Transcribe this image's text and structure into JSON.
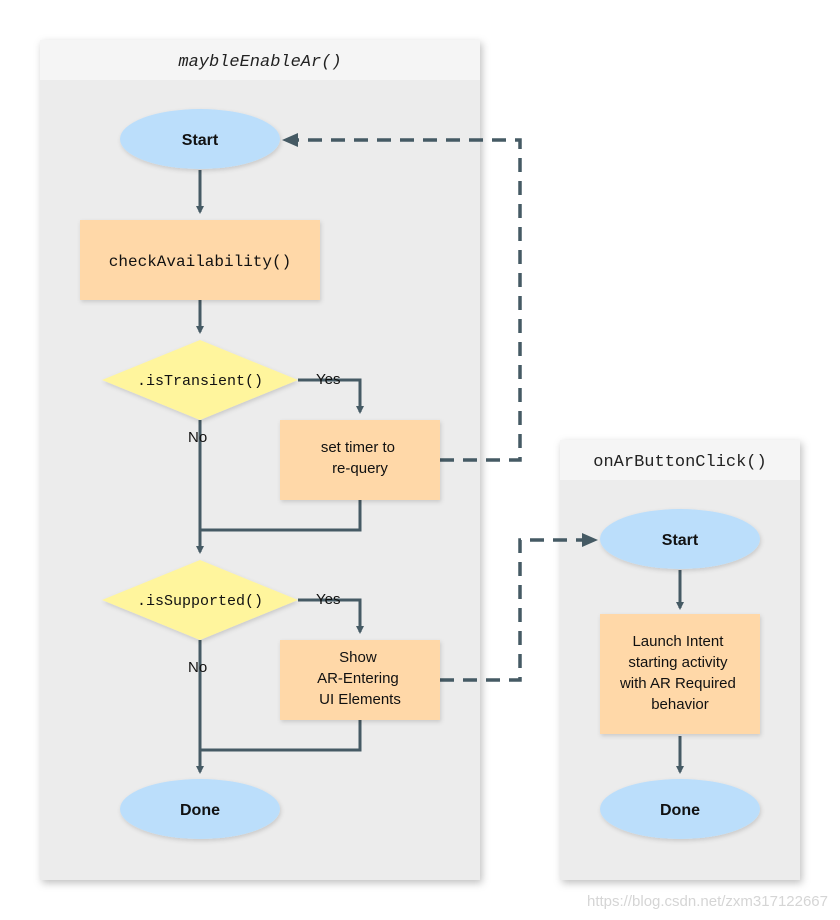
{
  "panels": {
    "left": {
      "title": "maybleEnableAr()"
    },
    "right": {
      "title": "onArButtonClick()"
    }
  },
  "left_flow": {
    "start": "Start",
    "check_availability": "checkAvailability()",
    "is_transient": ".isTransient()",
    "transient_yes": "Yes",
    "transient_no": "No",
    "set_timer": [
      "set timer to",
      "re-query"
    ],
    "is_supported": ".isSupported()",
    "supported_yes": "Yes",
    "supported_no": "No",
    "show_ui": [
      "Show",
      "AR-Entering",
      "UI Elements"
    ],
    "done": "Done"
  },
  "right_flow": {
    "start": "Start",
    "launch_intent": [
      "Launch Intent",
      "starting activity",
      "with AR Required",
      "behavior"
    ],
    "done": "Done"
  },
  "watermark": "https://blog.csdn.net/zxm317122667",
  "colors": {
    "panel_bg": "#ececec",
    "panel_header": "#f5f5f5",
    "ellipse": "#bbdefb",
    "process": "#ffd8a8",
    "decision": "#fff59d",
    "arrow": "#455a64"
  }
}
